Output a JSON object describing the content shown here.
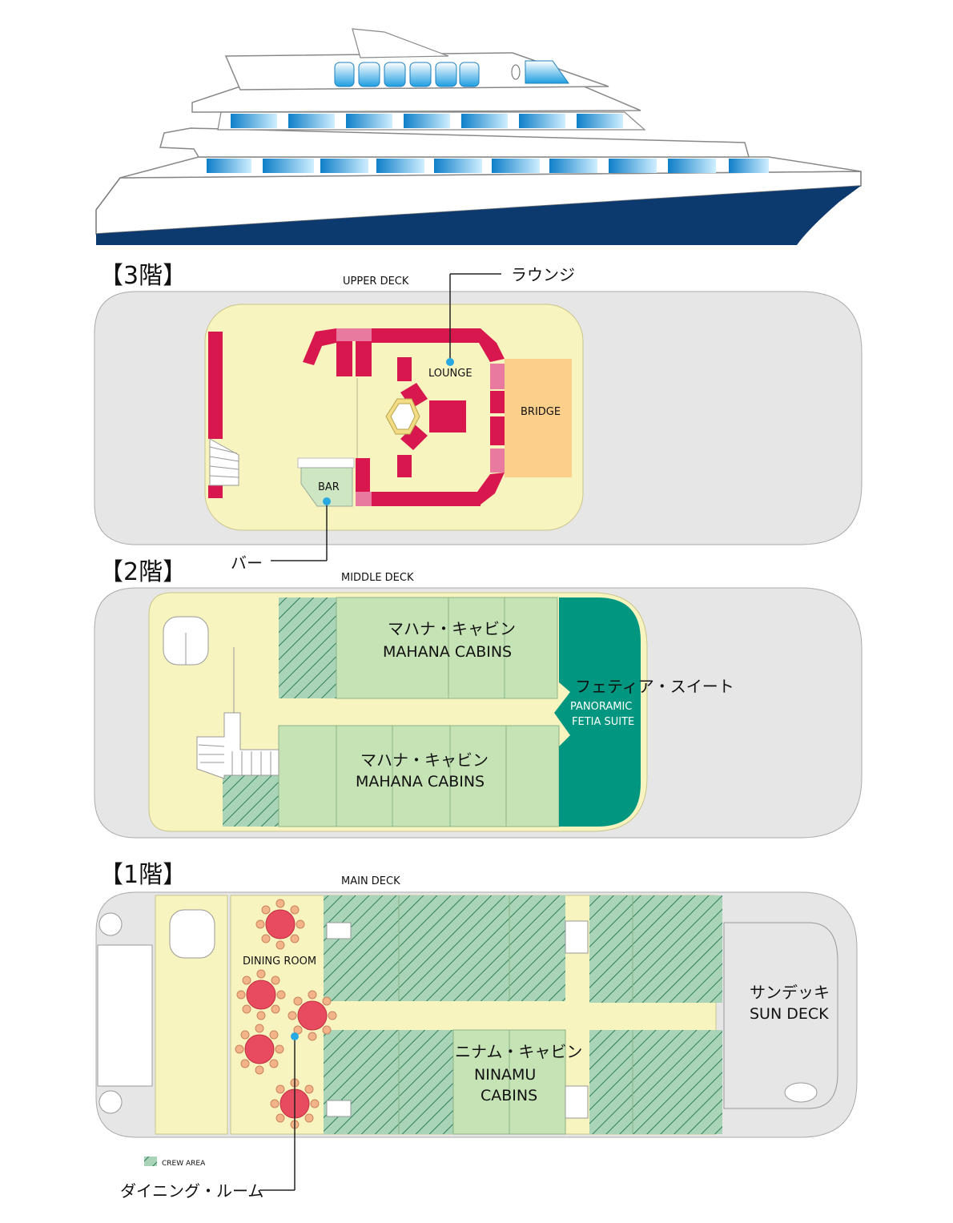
{
  "floors": {
    "f3": {
      "label": "【3階】",
      "deck": "UPPER DECK"
    },
    "f2": {
      "label": "【2階】",
      "deck": "MIDDLE DECK"
    },
    "f1": {
      "label": "【1階】",
      "deck": "MAIN DECK"
    }
  },
  "upper": {
    "lounge": "LOUNGE",
    "bridge": "BRIDGE",
    "bar": "BAR",
    "callout_lounge": "ラウンジ",
    "callout_bar": "バー"
  },
  "middle": {
    "mahana_top_jp": "マハナ・キャビン",
    "mahana_top_en": "MAHANA CABINS",
    "mahana_bottom_jp": "マハナ・キャビン",
    "mahana_bottom_en": "MAHANA CABINS",
    "suite_jp": "フェティア・スイート",
    "suite_en_1": "PANORAMIC",
    "suite_en_2": "FETIA SUITE"
  },
  "main": {
    "dining": "DINING ROOM",
    "ninamu_jp": "ニナム・キャビン",
    "ninamu_en_1": "NINAMU",
    "ninamu_en_2": "CABINS",
    "sundeck_jp": "サンデッキ",
    "sundeck_en": "SUN DECK",
    "callout_dining": "ダイニング・ルーム"
  },
  "legend": {
    "crew_area": "CREW AREA"
  },
  "colors": {
    "hull_navy": "#0d3a6e",
    "deck_grey": "#e6e6e6",
    "floor_yellow": "#f7f4c0",
    "cabin_green": "#c6e3b6",
    "suite_teal": "#00967f",
    "furniture_red": "#d8174f",
    "furniture_pink": "#e87aa0",
    "bridge_orange": "#fcd08a",
    "window_blue": "#2aa7e0",
    "table_red": "#e84a5f",
    "callout_dot": "#29a9e1"
  }
}
